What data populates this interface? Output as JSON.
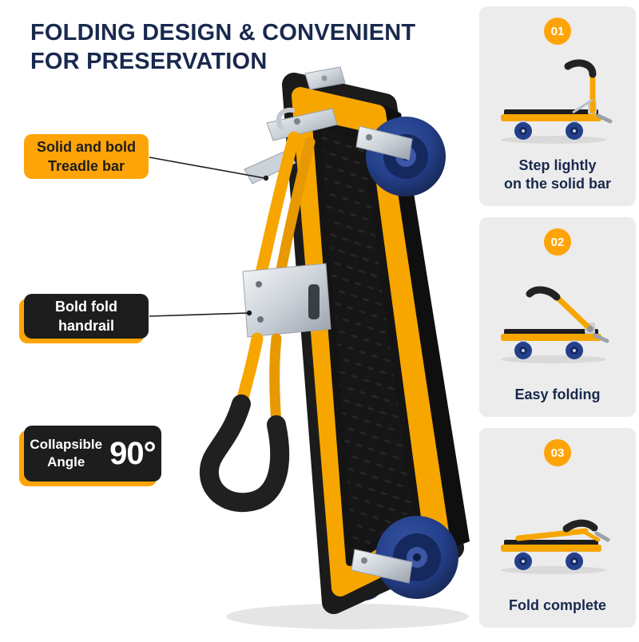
{
  "title": {
    "line1": "FOLDING DESIGN & CONVENIENT",
    "line2": "FOR PRESERVATION"
  },
  "callouts": {
    "treadle": {
      "line1": "Solid and bold",
      "line2": "Treadle bar"
    },
    "handrail": {
      "line1": "Bold fold",
      "line2": "handrail"
    },
    "angle": {
      "line1": "Collapsible",
      "line2": "Angle",
      "value": "90°"
    }
  },
  "steps": [
    {
      "number": "01",
      "caption_lines": [
        "Step lightly",
        "on the solid bar"
      ]
    },
    {
      "number": "02",
      "caption_lines": [
        "Easy folding"
      ]
    },
    {
      "number": "03",
      "caption_lines": [
        "Fold complete"
      ]
    }
  ],
  "colors": {
    "accent_yellow": "#FFA408",
    "badge_dark": "#1D1D1D",
    "heading_navy": "#19294E",
    "card_background": "#ECECEC",
    "wheel_blue": "#24408C",
    "cart_yellow": "#F7A600"
  }
}
